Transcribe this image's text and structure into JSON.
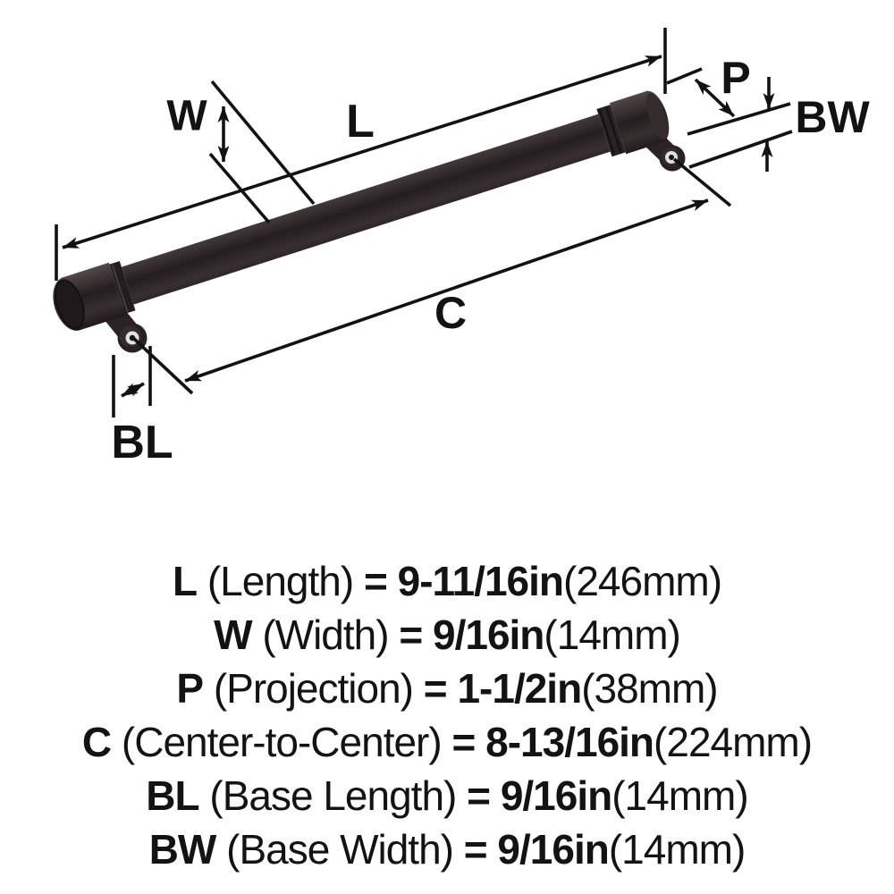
{
  "diagram": {
    "labels": {
      "length": "L",
      "width": "W",
      "projection": "P",
      "center_to_center": "C",
      "base_length": "BL",
      "base_width": "BW"
    },
    "colors": {
      "line": "#121212",
      "handle_dark": "#1e181a",
      "handle_mid": "#382f31",
      "handle_light": "#584d4f",
      "screw_ring": "#e0e0e0",
      "background": "#ffffff"
    }
  },
  "specs": [
    {
      "label": "L",
      "descriptor": "(Length)",
      "equals": "=",
      "value": "9-11/16in",
      "metric": "(246mm)"
    },
    {
      "label": "W",
      "descriptor": "(Width)",
      "equals": "=",
      "value": "9/16in",
      "metric": "(14mm)"
    },
    {
      "label": "P",
      "descriptor": "(Projection)",
      "equals": "=",
      "value": "1-1/2in",
      "metric": "(38mm)"
    },
    {
      "label": "C",
      "descriptor": "(Center-to-Center)",
      "equals": "=",
      "value": "8-13/16in",
      "metric": "(224mm)"
    },
    {
      "label": "BL",
      "descriptor": "(Base Length)",
      "equals": "=",
      "value": "9/16in",
      "metric": "(14mm)"
    },
    {
      "label": "BW",
      "descriptor": "(Base Width)",
      "equals": "=",
      "value": "9/16in",
      "metric": "(14mm)"
    }
  ]
}
